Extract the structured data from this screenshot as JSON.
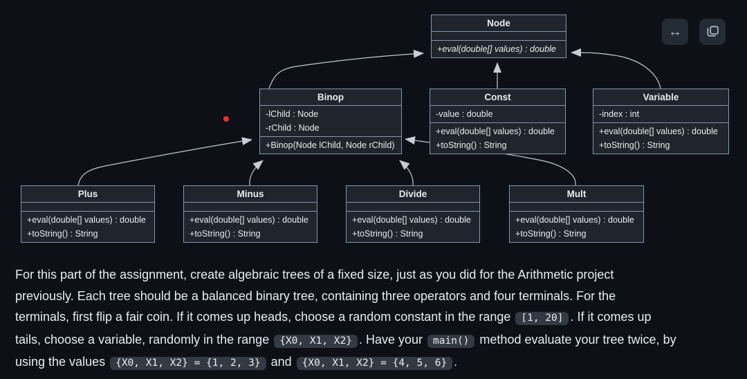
{
  "diagram": {
    "classes": [
      {
        "name": "Node",
        "attrs": [],
        "methods": [
          "+eval(double[] values) : double"
        ],
        "abstract_method": true
      },
      {
        "name": "Binop",
        "attrs": [
          "-lChild : Node",
          "-rChild : Node"
        ],
        "methods": [
          "+Binop(Node lChild, Node rChild)"
        ]
      },
      {
        "name": "Const",
        "attrs": [
          "-value : double"
        ],
        "methods": [
          "+eval(double[] values) : double",
          "+toString() : String"
        ]
      },
      {
        "name": "Variable",
        "attrs": [
          "-index : int"
        ],
        "methods": [
          "+eval(double[] values) : double",
          "+toString() : String"
        ]
      },
      {
        "name": "Plus",
        "attrs": [],
        "methods": [
          "+eval(double[] values) : double",
          "+toString() : String"
        ]
      },
      {
        "name": "Minus",
        "attrs": [],
        "methods": [
          "+eval(double[] values) : double",
          "+toString() : String"
        ]
      },
      {
        "name": "Divide",
        "attrs": [],
        "methods": [
          "+eval(double[] values) : double",
          "+toString() : String"
        ]
      },
      {
        "name": "Mult",
        "attrs": [],
        "methods": [
          "+eval(double[] values) : double",
          "+toString() : String"
        ]
      }
    ],
    "relations": [
      {
        "from": "Binop",
        "to": "Node",
        "type": "inheritance"
      },
      {
        "from": "Const",
        "to": "Node",
        "type": "inheritance"
      },
      {
        "from": "Variable",
        "to": "Node",
        "type": "inheritance"
      },
      {
        "from": "Plus",
        "to": "Binop",
        "type": "inheritance"
      },
      {
        "from": "Minus",
        "to": "Binop",
        "type": "inheritance"
      },
      {
        "from": "Divide",
        "to": "Binop",
        "type": "inheritance"
      },
      {
        "from": "Mult",
        "to": "Binop",
        "type": "inheritance"
      }
    ]
  },
  "toolbar": {
    "expand_glyph": "↔",
    "copy_icon": "copy"
  },
  "paragraph": {
    "lines": [
      [
        {
          "t": "text",
          "v": "For this part of the assignment, create algebraic trees of a fixed size, just as you did for the Arithmetic project"
        }
      ],
      [
        {
          "t": "text",
          "v": "previously. Each tree should be a balanced binary tree, containing three operators and four terminals. For the"
        }
      ],
      [
        {
          "t": "text",
          "v": "terminals, first flip a fair coin. If it comes up heads, choose a random constant in the range "
        },
        {
          "t": "code",
          "v": "[1, 20]"
        },
        {
          "t": "text",
          "v": ". If it comes up"
        }
      ],
      [
        {
          "t": "text",
          "v": "tails, choose a variable, randomly in the range "
        },
        {
          "t": "code",
          "v": "{X0, X1, X2}"
        },
        {
          "t": "text",
          "v": ". Have your "
        },
        {
          "t": "code",
          "v": "main()"
        },
        {
          "t": "text",
          "v": " method evaluate your tree twice, by"
        }
      ],
      [
        {
          "t": "text",
          "v": "using the values "
        },
        {
          "t": "code",
          "v": "{X0, X1, X2} = {1, 2, 3}"
        },
        {
          "t": "text",
          "v": " and "
        },
        {
          "t": "code",
          "v": "{X0, X1, X2} = {4, 5, 6}"
        },
        {
          "t": "text",
          "v": "."
        }
      ]
    ]
  },
  "colors": {
    "page_bg": "#0d1117",
    "box_bg": "#20242c",
    "box_border": "#8396b3",
    "edge": "#c5cad1",
    "chip_bg": "#343a43",
    "text": "#e6edf3",
    "cursor_dot": "#e8352b",
    "button_bg": "#252b34"
  }
}
